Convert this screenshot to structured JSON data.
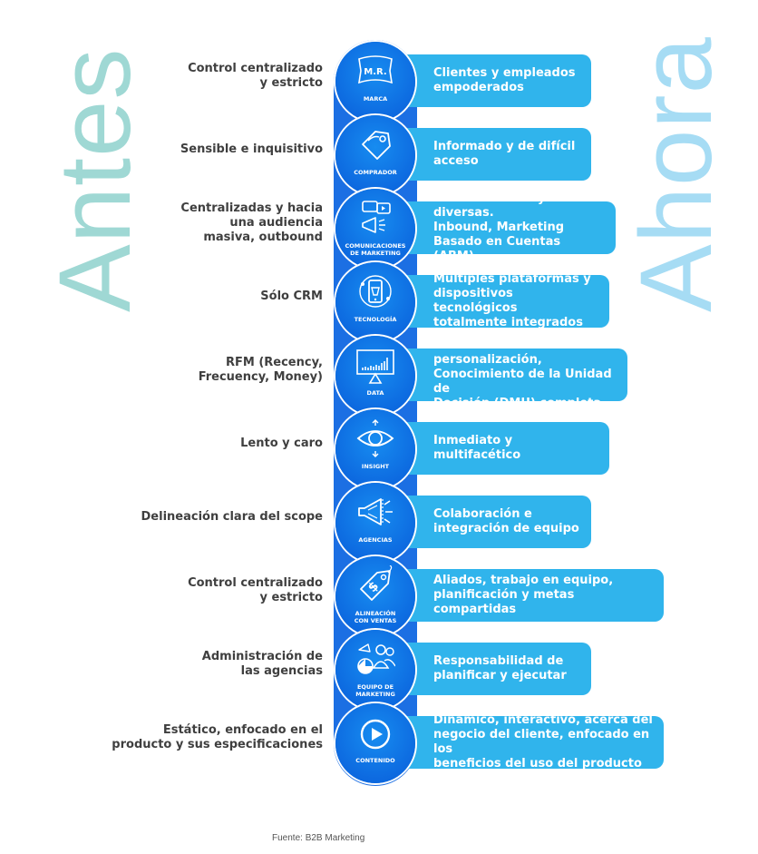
{
  "side_labels": {
    "left": "Antes",
    "right": "Ahora"
  },
  "rows": [
    {
      "before": "Control centralizado\ny estricto",
      "icon_text": "M.R.",
      "category": "MARCA",
      "after": "Clientes y empleados\nempoderados"
    },
    {
      "before": "Sensible e inquisitivo",
      "category": "COMPRADOR",
      "after": "Informado y de difícil\nacceso"
    },
    {
      "before": "Centralizadas y hacia\nuna audiencia\nmasiva, outbound",
      "category": "COMUNICACIONES\nDE MARKETING",
      "after": "Personalizadas y diversas.\nInbound, Marketing\nBasado en Cuentas (ABM)"
    },
    {
      "before": "Sólo CRM",
      "category": "TECNOLOGÍA",
      "after": "Múltiples plataformas y\ndispositivos tecnológicos\ntotalmente integrados"
    },
    {
      "before": "RFM (Recency,\nFrecuency, Money)",
      "category": "DATA",
      "after": "Alto nivel de personalización,\nConocimiento de la Unidad de\nDecisión (DMU) completa."
    },
    {
      "before": "Lento y caro",
      "category": "INSIGHT",
      "after": "Inmediato y multifacético"
    },
    {
      "before": "Delineación clara del scope",
      "category": "AGENCIAS",
      "after": "Colaboración e\nintegración de equipo"
    },
    {
      "before": "Control centralizado\ny estricto",
      "category": "ALINEACIÓN\nCON VENTAS",
      "after": "Aliados, trabajo en equipo,\nplanificación y metas compartidas"
    },
    {
      "before": "Administración de\nlas agencias",
      "category": "EQUIPO DE\nMARKETING",
      "after": "Responsabilidad de\nplanificar y ejecutar"
    },
    {
      "before": "Estático, enfocado en el\nproducto y sus especificaciones",
      "category": "CONTENIDO",
      "after": "Dinámico, interactivo, acerca del\nnegocio del cliente, enfocado en los\nbeneficios del uso del producto"
    }
  ],
  "icons": [
    "badge-icon",
    "price-tag-icon",
    "megaphone-chat-icon",
    "phone-network-icon",
    "bar-chart-screen-icon",
    "eye-icon",
    "megaphone-icon",
    "dollar-tag-icon",
    "team-icon",
    "play-icon"
  ],
  "colors": {
    "spine": "#1c6fe3",
    "pill": "#30b4ec",
    "left_word": "#9fd8d4",
    "right_word": "#a6dcf4",
    "left_text": "#3f3f3f"
  },
  "source": "Fuente: B2B Marketing"
}
